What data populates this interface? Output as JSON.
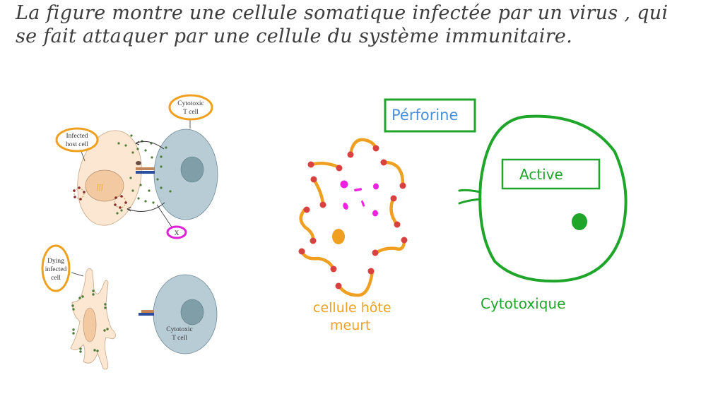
{
  "question": {
    "line1": "La figure montre une cellule somatique infectée par un virus , qui",
    "line2": "se fait attaquer par une cellule du système immunitaire."
  },
  "figure_left": {
    "top_panel": {
      "labels": {
        "cytotoxic_t_cell": [
          "Cytotoxic",
          "T cell"
        ],
        "infected_host_cell": [
          "Infected",
          "host cell"
        ],
        "x_label": "X"
      }
    },
    "bottom_panel": {
      "labels": {
        "dying_infected_cell": [
          "Dying",
          "infected",
          "cell"
        ],
        "cytotoxic_t_cell": [
          "Cytotoxic",
          "T cell"
        ]
      }
    }
  },
  "figure_right": {
    "perforine_label": "Pérforine",
    "dying_cell_caption": [
      "cellule hôte",
      "meurt"
    ],
    "active_label": "Active",
    "cytotoxic_caption": "Cytotoxique"
  },
  "colors": {
    "text": "#3d3d3d",
    "orange": "#f0a020",
    "red_dots": "#d94040",
    "magenta": "#f020e0",
    "green": "#1fa62a",
    "blue_label": "#4a90d9",
    "t_cell_fill": "#b8ccd6",
    "t_cell_nucleus": "#7f9ea8",
    "host_fill": "#fbe7d2",
    "host_nucleus": "#f2c9a0",
    "callout_orange": "#f0a020",
    "callout_magenta": "#e020d8"
  }
}
